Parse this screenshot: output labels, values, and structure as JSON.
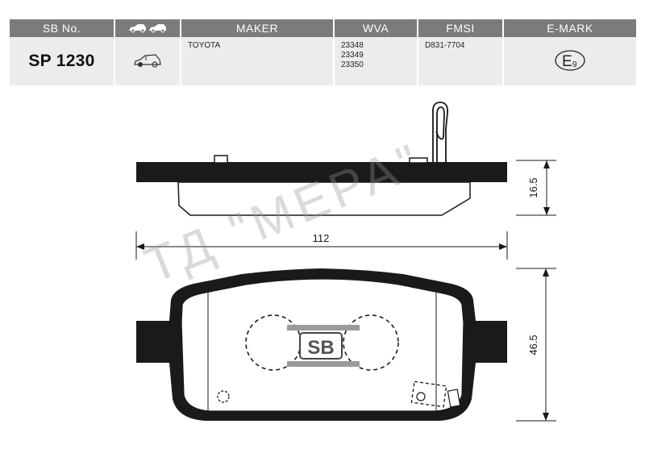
{
  "header": {
    "sb_no": "SB No.",
    "maker": "MAKER",
    "wva": "WVA",
    "fmsi": "FMSI",
    "emark": "E-MARK"
  },
  "row": {
    "sb_no": "SP 1230",
    "maker": "TOYOTA",
    "wva": [
      "23348",
      "23349",
      "23350"
    ],
    "fmsi": "D831-7704",
    "emark_letter": "E",
    "emark_number": "9"
  },
  "drawing": {
    "dim_thickness": "16.5",
    "dim_width": "112",
    "dim_height": "46.5",
    "logo": "SB"
  },
  "watermark": "ТД \"МЕРА\"",
  "icons": {
    "header_cars": "front-rear-cars-icon",
    "row_car": "front-axle-car-icon",
    "emark": "e-mark-circle-icon"
  },
  "colors": {
    "header_bg": "#7b7b7b",
    "cell_bg": "#ececec",
    "pad_fill": "#1a1a1a"
  }
}
